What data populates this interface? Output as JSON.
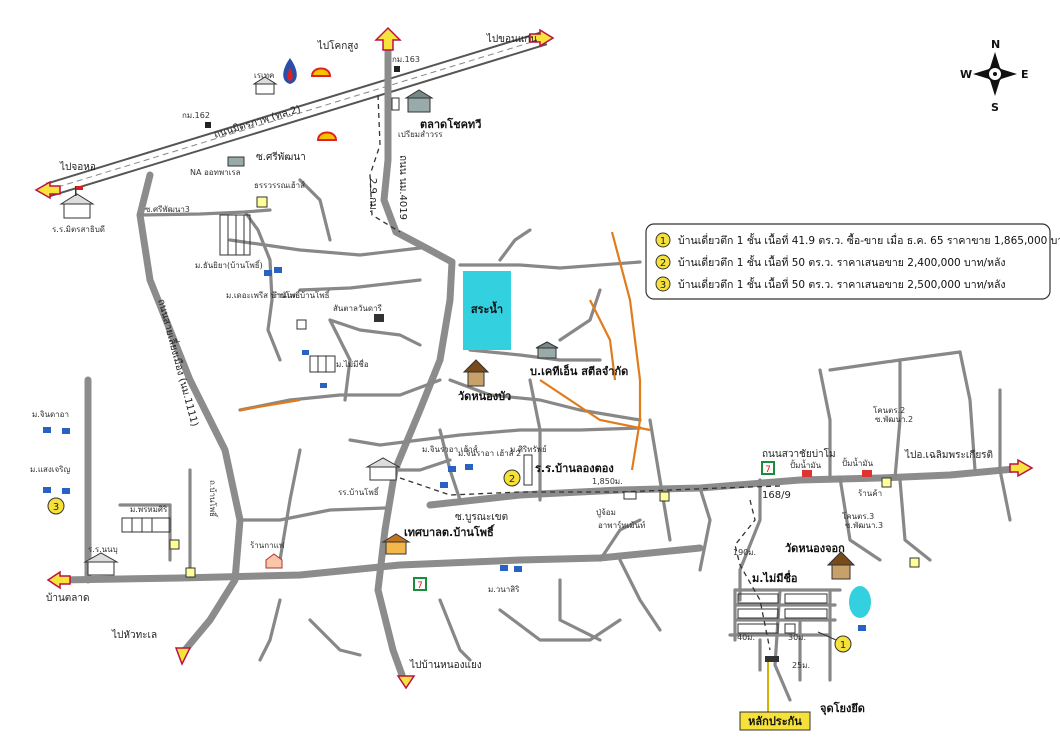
{
  "destinations": {
    "khok_sung": "ไปโคกสูง",
    "khon_kaen": "ไปขอนแก่น",
    "chong_ho": "ไปจอหอ",
    "ban_talat": "บ้านตลาด",
    "hua_thale": "ไปหัวทะเล",
    "ban_nong_yaeng": "ไปบ้านหนองแยง",
    "chaloem_phrakiat": "ไปอ.เฉลิมพระเกียรติ"
  },
  "roads": {
    "mittraphap": "ถนนมิตรภาพ (ทล.2)",
    "nm4019": "ถนน นม.4019",
    "distance_29": "2.9 กม.",
    "bypass": "ถนนสายเลี่ยงเมือง (นม.1111)",
    "km162": "กม.162",
    "km163": "กม.163",
    "soi_sriphatthana": "ซ.ศรีพัฒนา",
    "soi_sriphatthana13": "ซ.ศรีพัฒนา3",
    "soi_burana": "ซ.บูรณะเขต",
    "soi_anachai": "ถนนสวาชัยบ่าโม",
    "soi_dinsue2": "ซ.พัฒนา.2",
    "soi_dinsue3": "ซ.พัฒนา.3",
    "dist_1850": "1,850ม.",
    "dist_190": "190ม.",
    "dist_168": "168/9",
    "dist_25": "25ม.",
    "dist_30": "30ม.",
    "dist_40": "40ม."
  },
  "places": {
    "ptt": "เรเทค",
    "talat_chokchai": "ตลาดโชคทวี",
    "pradit": "เปรียมสําวรร",
    "na_house": "NA ออทพาเรล",
    "thawarat": "ธรรวรรณเฮ้าส์",
    "school_mit": "ร.ร.มิตรสาธิบดี",
    "m_thanya": "ม.ธันยิยา(บ้านโพธิ์)",
    "m_lakes": "ม.เดอะเพรีส\nบ้านโพธิ์",
    "kamnan": "กำนันต.บ้านโพธิ์",
    "sanchalao": "สันตาลวันดารี",
    "pond": "สระน้ำ",
    "chemical": "บ.เคทีเอ็น สตีลจำกัด",
    "m_maimi": "ม.ไม่มีชื่อ",
    "wat_nongbua": "วัดหนองบัว",
    "m_chinda": "ม.จินดาอา",
    "m_saengcharoen": "ม.แสงเจริญ",
    "m_chinda2_a": "ม.จินราอา\nเฮ้าส์",
    "m_chinda2_b": "ม.จินราอา\nเฮ้าส์ 2",
    "m_sirichai": "ม.ศิริทรัพย์",
    "school_banpho": "รร.บ้านโพธิ์",
    "school_longkong": "ร.ร.บ้านลองตอง",
    "m_phromsiri": "ม.พรหมศิริ",
    "school_nonbu": "ร.ร.นนบุ",
    "coffee": "ร้านกาแฟ",
    "municipal": "เทศบาลต.บ้านโพธิ์",
    "m_wanasiri": "ม.วนาสิริ",
    "shop_near": "ปู่จ้อม",
    "hardware": "อาพาร์ทเม้นท์",
    "wat_nongchok": "วัดหนองจอก",
    "m_maimi2": "ม.ไม่มีชื่อ",
    "gas1": "ปั้มน้ำมัน",
    "gas2": "ปั้มน้ำมัน",
    "shop": "ร้านค้า",
    "dinsue2": "โคนตร.2",
    "dinsue3": "โคนตร.3",
    "chudyo": "จุดโยงยึด",
    "collateral": "หลักประกัน",
    "soi_banphoe": "ถ.บ้านโพธิ์"
  },
  "legend": [
    {
      "num": "1",
      "text": "บ้านเดี่ยวตึก 1 ชั้น เนื้อที่ 41.9 ตร.ว. ซื้อ-ขาย เมื่อ ธ.ค. 65 ราคาขาย 1,865,000 บาท/หลัง"
    },
    {
      "num": "2",
      "text": "บ้านเดี่ยวตึก 1 ชั้น เนื้อที่ 50 ตร.ว. ราคาเสนอขาย 2,400,000 บาท/หลัง"
    },
    {
      "num": "3",
      "text": "บ้านเดี่ยวตึก 1 ชั้น เนื้อที่ 50 ตร.ว. ราคาเสนอขาย 2,500,000 บาท/หลัง"
    }
  ],
  "markers": {
    "m1": "1",
    "m2": "2",
    "m3": "3"
  },
  "compass": {
    "n": "N",
    "s": "S",
    "e": "E",
    "w": "W"
  },
  "colors": {
    "water": "#33d0e0",
    "highway": "#8c8c8c",
    "orange_road": "#e07c1c",
    "marker": "#f5e13a",
    "collateral": "#f5e13a"
  }
}
